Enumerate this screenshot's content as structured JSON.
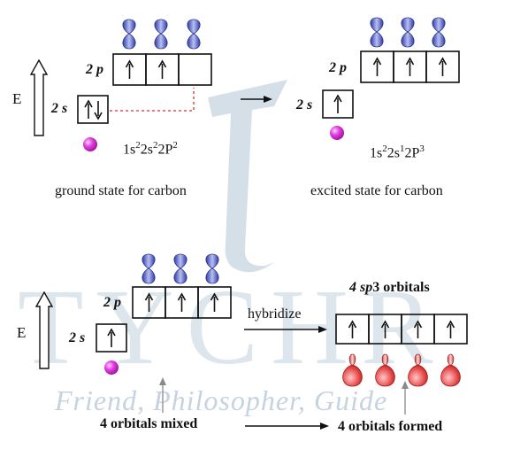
{
  "watermark": {
    "brand": "TYCHR",
    "tagline": "Friend, Philosopher, Guide"
  },
  "top": {
    "energy_label": "E",
    "ground": {
      "label_2p": "2 p",
      "label_2s": "2 s",
      "config": {
        "p1": "1s",
        "s1": "2",
        "p2": "2s",
        "s2": "2",
        "p3": "2P",
        "s3": "2"
      },
      "caption": "ground state for carbon"
    },
    "excited": {
      "label_2p": "2 p",
      "label_2s": "2 s",
      "config": {
        "p1": "1s",
        "s1": "2",
        "p2": "2s",
        "s2": "1",
        "p3": "2P",
        "s3": "3"
      },
      "caption": "excited state for carbon"
    }
  },
  "bottom": {
    "energy_label": "E",
    "label_2p": "2 p",
    "label_2s": "2 s",
    "hybridize_label": "hybridize",
    "sp3_title": {
      "pre": "4 ",
      "sp": "sp",
      "post": "3 orbitals"
    },
    "mixed_label": "4 orbitals mixed",
    "formed_label": "4 orbitals formed"
  },
  "colors": {
    "p_orbital": "#5a64c8",
    "sp3_orbital": "#e04848",
    "electron_sphere": "#d630d6",
    "dotted_line": "#d03030",
    "watermark": "#b9c8d8"
  }
}
